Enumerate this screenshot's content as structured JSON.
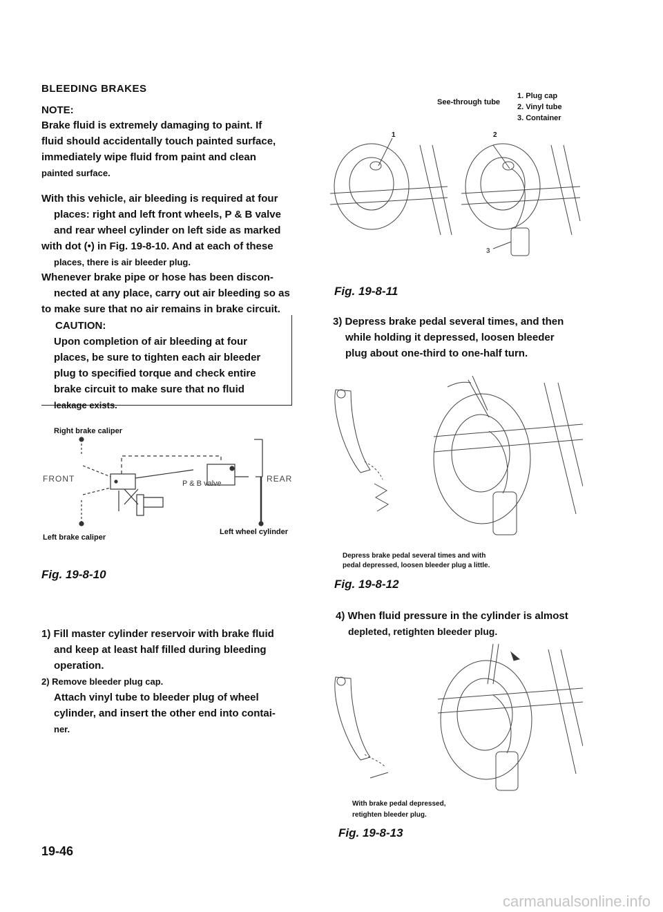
{
  "left": {
    "heading": "BLEEDING BRAKES",
    "note_label": "NOTE:",
    "note_text": [
      "Brake fluid is extremely damaging to paint. If",
      "fluid should accidentally touch painted surface,",
      "immediately wipe fluid from paint and clean",
      "painted surface."
    ],
    "para1": [
      "With this vehicle, air bleeding is required at four",
      "places: right and left front wheels, P & B valve",
      "and rear wheel cylinder on left side as marked",
      "with dot (•) in Fig. 19-8-10. And at each of these",
      "places, there is air bleeder plug."
    ],
    "para2": [
      "Whenever brake pipe or hose has been discon-",
      "nected at any place, carry out air bleeding so as",
      "to make sure that no air remains in brake circuit."
    ],
    "caution_label": "CAUTION:",
    "caution_text": [
      "Upon completion of air bleeding at four",
      "places, be sure to tighten each air bleeder",
      "plug to specified torque and check entire",
      "brake circuit to make sure that no fluid",
      "leakage exists."
    ],
    "diagram": {
      "right_caliper": "Right brake caliper",
      "front": "FRONT",
      "pb_valve": "P & B valve",
      "rear": "REAR",
      "left_caliper": "Left brake caliper",
      "left_wheel_cyl": "Left wheel cylinder"
    },
    "fig10": "Fig. 19-8-10",
    "step1": [
      "1) Fill master cylinder reservoir with brake fluid",
      "and keep at least half filled during bleeding",
      "operation."
    ],
    "step2": [
      "2) Remove bleeder plug cap.",
      "Attach vinyl tube to bleeder plug of wheel",
      "cylinder, and insert the other end into contai-",
      "ner."
    ],
    "page_number": "19-46"
  },
  "right": {
    "fig11_labels": {
      "see_through": "See-through tube",
      "legend": [
        "1. Plug cap",
        "2. Vinyl tube",
        "3. Container"
      ],
      "n1": "1",
      "n2": "2",
      "n3": "3"
    },
    "fig11": "Fig. 19-8-11",
    "step3": [
      "3) Depress brake pedal several times, and then",
      "while holding it depressed, loosen bleeder",
      "plug about one-third to one-half turn."
    ],
    "fig12_caption": [
      "Depress brake pedal    several times and with",
      "pedal depressed, loosen bleeder plug a little."
    ],
    "fig12": "Fig. 19-8-12",
    "step4": [
      "4) When fluid pressure in the cylinder is almost",
      "depleted, retighten bleeder plug."
    ],
    "fig13_caption": [
      "With brake pedal depressed,",
      "retighten bleeder plug."
    ],
    "fig13": "Fig. 19-8-13"
  },
  "watermark": "carmanualsonline.info"
}
